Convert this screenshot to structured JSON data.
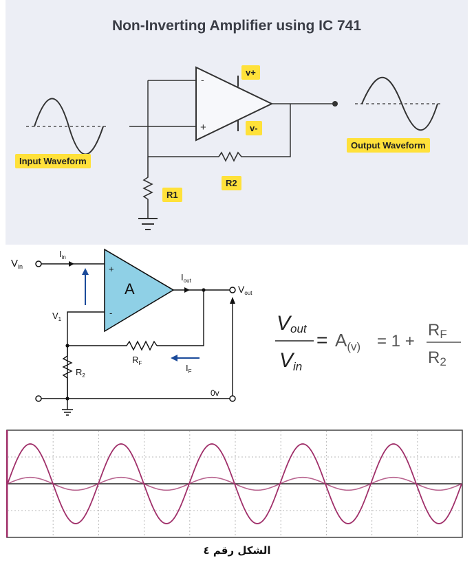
{
  "top_diagram": {
    "title": "Non-Inverting Amplifier using IC 741",
    "input_label": "Input Waveform",
    "output_label": "Output Waveform",
    "r1_label": "R1",
    "r2_label": "R2",
    "vplus_label": "v+",
    "vminus_label": "v-",
    "minus_sign": "-",
    "plus_sign": "+"
  },
  "circuit": {
    "vin": "V",
    "vin_sub": "in",
    "iin": "I",
    "iin_sub": "in",
    "amp": "A",
    "iout": "I",
    "iout_sub": "out",
    "vout": "V",
    "vout_sub": "out",
    "v1": "V",
    "v1_sub": "1",
    "rf": "R",
    "rf_sub": "F",
    "if": "I",
    "if_sub": "F",
    "r2": "R",
    "r2_sub": "2",
    "ground_v": "0v",
    "plus_sign": "+",
    "minus_sign": "-"
  },
  "formula": {
    "num_v": "V",
    "num_sub": "out",
    "den_v": "V",
    "den_sub": "in",
    "equals": "=",
    "gain": "A",
    "gain_sub": "(v)",
    "one_plus": "= 1 +",
    "rf": "R",
    "rf_sub": "F",
    "r2": "R",
    "r2_sub": "2"
  },
  "waveform_panel": {
    "colors": {
      "signal": "#a0306a",
      "axis": "#222222",
      "grid": "#b8b8b8"
    },
    "input_amplitude": 0.16,
    "output_amplitude": 1.0,
    "cycles": 5
  },
  "caption": "الشكل رقم ٤"
}
